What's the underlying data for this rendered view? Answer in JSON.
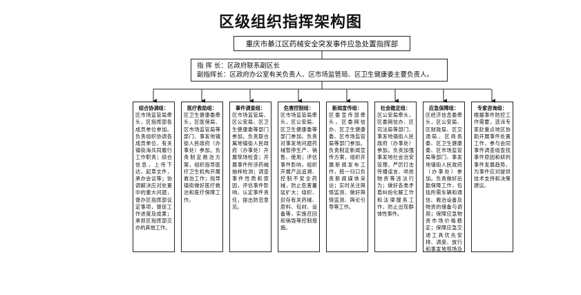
{
  "title": "区级组织指挥架构图",
  "hq": "重庆市綦江区药械安全突发事件应急处置指挥部",
  "leaders": [
    {
      "label": "指  挥  长：",
      "text": "区政府联系副区长"
    },
    {
      "label": "副指挥长：",
      "text": "区政府办公室有关负责人、区市场监管局、区卫生健康委主要负责人。"
    }
  ],
  "groups": [
    {
      "name": "综合协调组：",
      "text": "区市场监管局牵头，区指挥部各成员单位参加。负责组织协调各成员单位、有关镇街海共同履行工作职责；综合信息，上传下达，起草文件，承办会议等；协调解决应对处置中的重大问题，督办区指挥部议定事项，督促工作进度及成果；承担区指挥部交办的其他工作。"
    },
    {
      "name": "医疗救助组：",
      "text": "区卫生健康委牵头，区医保局、区市场监管局等部门、事发地镇街人民政府（办事处）参加。负责制定救治方案，组织指导医疗卫生机构开展救治工作；指导镇街做好医疗救治和医疗保障工作。"
    },
    {
      "name": "事件调查组：",
      "text": "区市场监管局、区公安局、区卫生健康委等部门参加。负责联合属地镇街人民政府（办事处）开展现场检查；开展事件所涉药械抽样检测；调查事件性质和原因，评估事件影响，认定事件责任，提出防范意见。"
    },
    {
      "name": "危害控制组：",
      "text": "区市场监管局牵头，区公安局、区卫生健康委等部门参加。负责对事发地问题药械暂停生产、销售、使用；评估事件影响，组织开展产品追溯、控制不安全药械，防止危害蔓延扩大；组织、封存有关药械、原料、包材、设备等，实施召回和销毁等控制措施。"
    },
    {
      "name": "新闻宣传组：",
      "text": "区委宣传部牵头，区委网信办、区卫生健康委、区市场监管局等部门参加。负责制定新闻宣传方案，组织开展新闻发布工作，统一归口负责新闻媒体采访；实时关注舆情监测、做好舆情监测、舆论引导等工作。"
    },
    {
      "name": "社会稳定组：",
      "text": "区公安局牵头，区委网信办、区司法局等部门、事发地镇街人民政府（办事处）参加。负责加强事发地社会治安管理，严厉打击传播谣言、哄抢物资等违法行为；做好各类矛盾纠纷化解工作和法律服务工作，防止出现群体性事件。"
    },
    {
      "name": "应急保障组：",
      "text": "区经济信息委牵头，区公安局、区财政局、区交通局、区商务委、区卫生健康委、区市场监管局等部门、事发地镇街人民政府（办事处）参加。负责做好后勤保障工作，包括所需车辆和通信、救治设备及物资的储备与调用；保障应急物资市场价格稳定；保障应急交通工具优先安排、调度、放行和事发地现场及相关通道的应急运输畅通。"
    },
    {
      "name": "专家咨询组：",
      "text": "根据事件防控工作需要，选派专家赴重点地区协助开展事件处置工作，参与会同事件调查组查找事件原因和研判事件发展趋势，为事件应对提供技术支持和决策建议。"
    }
  ]
}
